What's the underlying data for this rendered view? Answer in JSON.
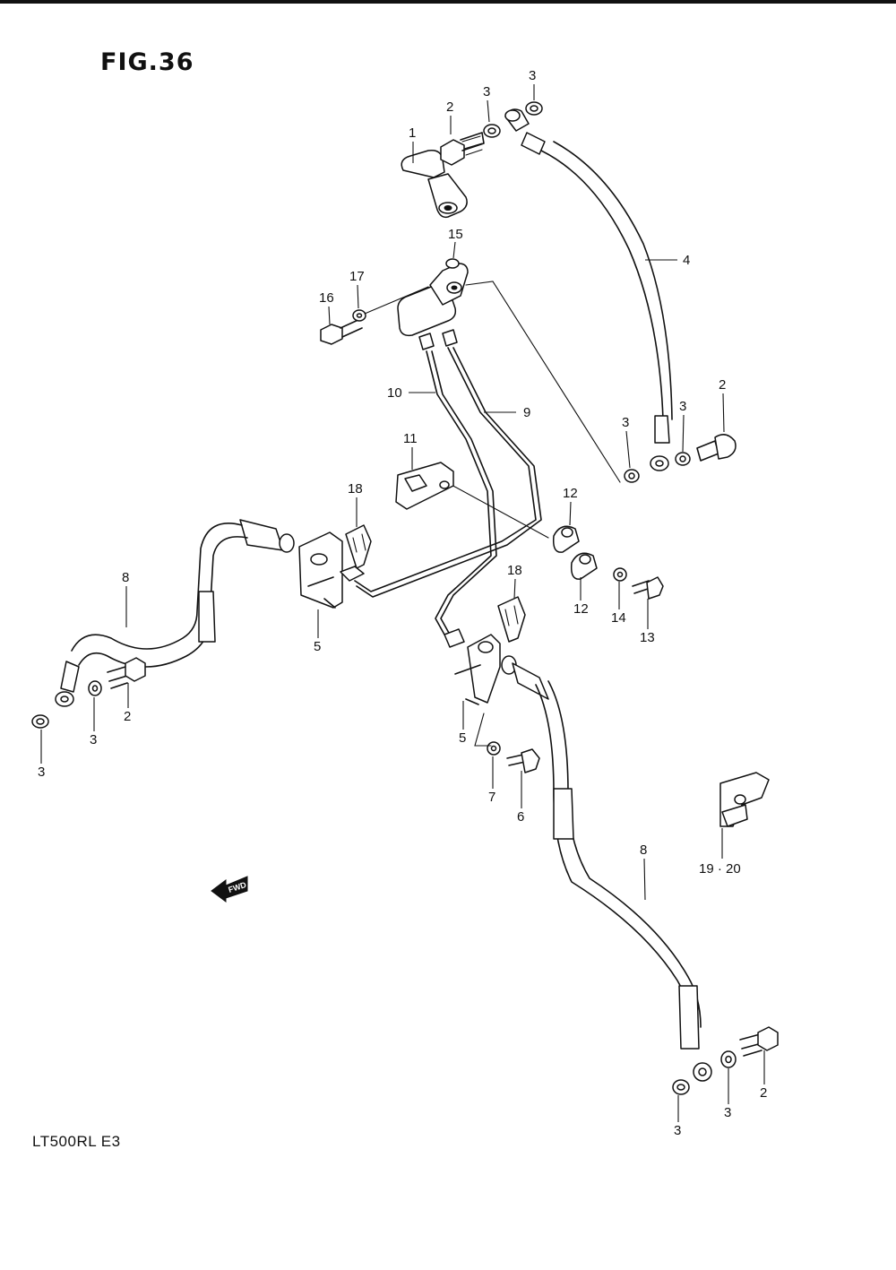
{
  "figure": {
    "title": "FIG.36",
    "model_code": "LT500RL  E3"
  },
  "direction_marker": {
    "label": "FWD"
  },
  "callouts": [
    {
      "id": "c1",
      "number": "1"
    },
    {
      "id": "c2a",
      "number": "2"
    },
    {
      "id": "c3a",
      "number": "3"
    },
    {
      "id": "c3b",
      "number": "3"
    },
    {
      "id": "c4",
      "number": "4"
    },
    {
      "id": "c15",
      "number": "15"
    },
    {
      "id": "c17",
      "number": "17"
    },
    {
      "id": "c16",
      "number": "16"
    },
    {
      "id": "c10",
      "number": "10"
    },
    {
      "id": "c9",
      "number": "9"
    },
    {
      "id": "c3c",
      "number": "3"
    },
    {
      "id": "c3d",
      "number": "3"
    },
    {
      "id": "c2b",
      "number": "2"
    },
    {
      "id": "c11",
      "number": "11"
    },
    {
      "id": "c18a",
      "number": "18"
    },
    {
      "id": "c12a",
      "number": "12"
    },
    {
      "id": "c8a",
      "number": "8"
    },
    {
      "id": "c12b",
      "number": "12"
    },
    {
      "id": "c14",
      "number": "14"
    },
    {
      "id": "c13",
      "number": "13"
    },
    {
      "id": "c18b",
      "number": "18"
    },
    {
      "id": "c5a",
      "number": "5"
    },
    {
      "id": "c3e",
      "number": "3"
    },
    {
      "id": "c2c",
      "number": "2"
    },
    {
      "id": "c3f",
      "number": "3"
    },
    {
      "id": "c5b",
      "number": "5"
    },
    {
      "id": "c7",
      "number": "7"
    },
    {
      "id": "c6",
      "number": "6"
    },
    {
      "id": "c8b",
      "number": "8"
    },
    {
      "id": "c1920",
      "number": "19 · 20"
    },
    {
      "id": "c2d",
      "number": "2"
    },
    {
      "id": "c3g",
      "number": "3"
    },
    {
      "id": "c3h",
      "number": "3"
    }
  ]
}
